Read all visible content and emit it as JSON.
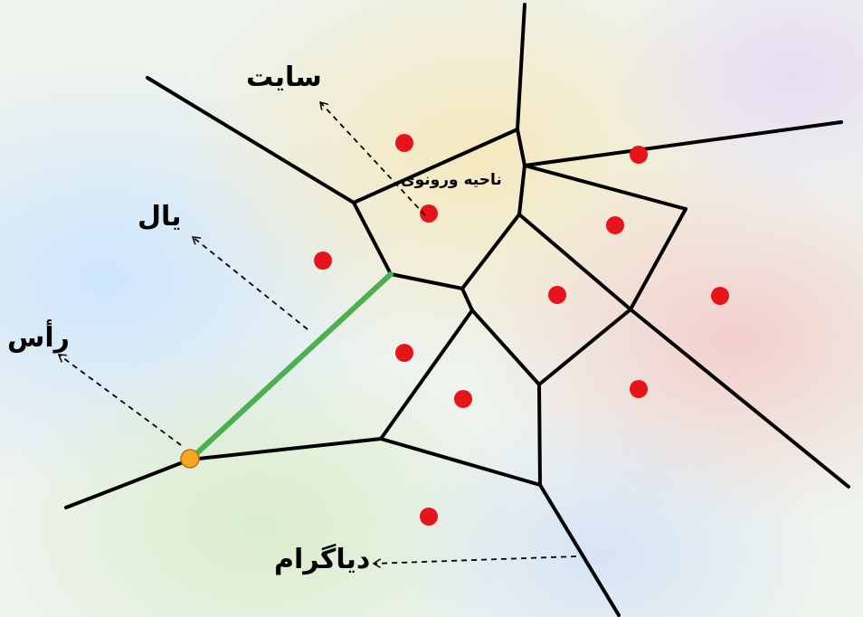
{
  "labels": {
    "site": "سایت",
    "edge": "یال",
    "vertex": "رأس",
    "diagram": "دیاگرام",
    "voronoi_region": "ناحیه ورونوی"
  },
  "colors": {
    "edge_line": "#000000",
    "highlighted_edge": "#4caf50",
    "site_fill": "#e8141c",
    "vertex_fill": "#f5a623",
    "arrow": "#000000"
  }
}
